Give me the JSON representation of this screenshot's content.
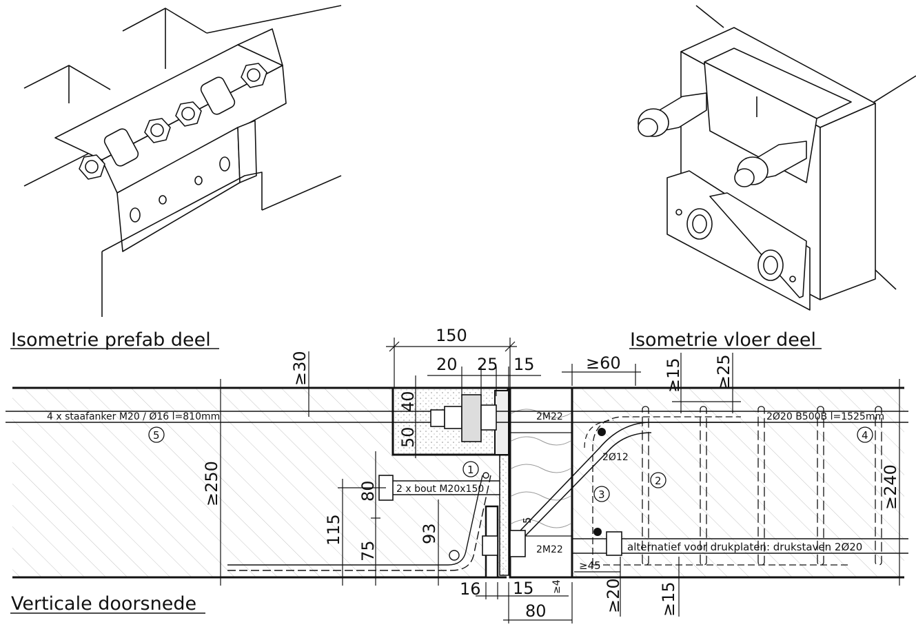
{
  "titles": {
    "isometric_prefab": "Isometrie prefab deel",
    "isometric_floor": "Isometrie vloer deel",
    "vertical_section": "Verticale doorsnede"
  },
  "dimensions": {
    "d150": "150",
    "d20": "20",
    "d25": "25",
    "d15_top": "15",
    "ge60": "≥60",
    "ge15_top": "≥15",
    "ge25": "≥25",
    "ge30": "≥30",
    "ge250": "≥250",
    "d40": "40",
    "d50": "50",
    "d80_left": "80",
    "d115": "115",
    "d75": "75",
    "d93": "93",
    "ge240": "≥240",
    "d16": "16",
    "d15_bottom": "15",
    "d80_bottom": "80",
    "ge4": "≥4",
    "ge20": "≥20",
    "ge15_bottom": "≥15",
    "ge45": "≥45",
    "d5": "5"
  },
  "notes": {
    "staafanker": "4 x staafanker M20 / Ø16 l=810mm",
    "bout": "2 x  bout M20x150",
    "m22_top": "2M22",
    "m22_bottom": "2M22",
    "o12": "2Ø12",
    "o20": "2Ø20 B500B l=1525mm",
    "alternatief": "alternatief voor drukplaten: drukstaven 2Ø20"
  },
  "markers": {
    "m1": "1",
    "m2": "2",
    "m3": "3",
    "m4": "4",
    "m5": "5"
  }
}
